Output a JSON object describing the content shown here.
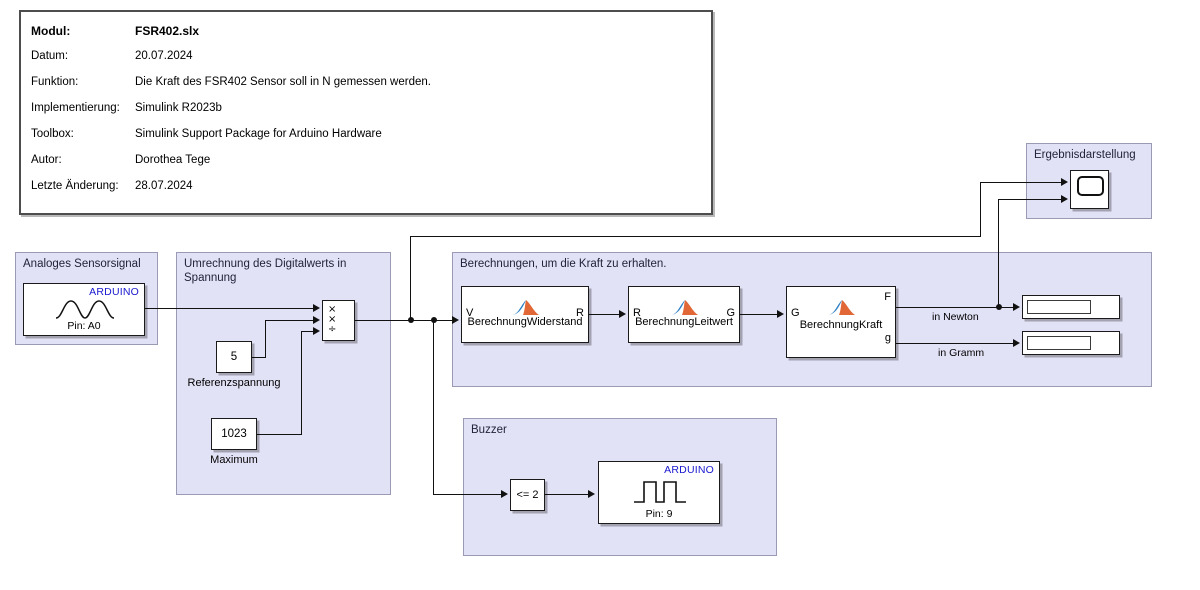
{
  "header_note": {
    "name": "model-info-table",
    "rows": [
      {
        "key": "Modul:",
        "value": "FSR402.slx",
        "bold": true
      },
      {
        "key": "Datum:",
        "value": "20.07.2024",
        "bold": false
      },
      {
        "key": "Funktion:",
        "value": "Die Kraft des FSR402 Sensor soll in N gemessen werden.",
        "bold": false
      },
      {
        "key": "Implementierung:",
        "value": "Simulink R2023b",
        "bold": false
      },
      {
        "key": "Toolbox:",
        "value": "Simulink Support Package for Arduino Hardware",
        "bold": false
      },
      {
        "key": "Autor:",
        "value": "Dorothea Tege",
        "bold": false
      },
      {
        "key": "Letzte Änderung:",
        "value": "28.07.2024",
        "bold": false
      }
    ]
  },
  "groups": {
    "sensor": {
      "title": "Analoges Sensorsignal"
    },
    "conversion": {
      "title": "Umrechnung des Digitalwerts in\nSpannung"
    },
    "calculation": {
      "title": "Berechnungen, um die Kraft zu erhalten."
    },
    "buzzer": {
      "title": "Buzzer"
    },
    "scope_area": {
      "title": "Ergebnisdarstellung"
    }
  },
  "blocks": {
    "analog_input": {
      "vendor_tag": "ARDUINO",
      "pin_label": "Pin: A0",
      "icon": "sine-wave-icon"
    },
    "product": {
      "symbols": [
        "×",
        "×",
        "÷"
      ],
      "icon": "product-divide-icon"
    },
    "const_reference": {
      "value": "5",
      "label": "Referenzspannung"
    },
    "const_maximum": {
      "value": "1023",
      "label": "Maximum"
    },
    "fcn_widerstand": {
      "name": "BerechnungWiderstand",
      "input_port": "V",
      "output_port": "R",
      "icon": "matlab-membrane-icon"
    },
    "fcn_leitwert": {
      "name": "BerechnungLeitwert",
      "input_port": "R",
      "output_port": "G",
      "icon": "matlab-membrane-icon"
    },
    "fcn_kraft": {
      "name": "BerechnungKraft",
      "input_port": "G",
      "output_port_top": "F",
      "output_port_bottom": "g",
      "icon": "matlab-membrane-icon"
    },
    "display_newton": {
      "value": "",
      "icon": "display-icon"
    },
    "display_gramm": {
      "value": "",
      "icon": "display-icon"
    },
    "scope": {
      "icon": "scope-icon"
    },
    "compare": {
      "value": "<= 2",
      "icon": "compare-to-constant-icon"
    },
    "digital_output": {
      "vendor_tag": "ARDUINO",
      "pin_label": "Pin: 9",
      "icon": "square-wave-icon"
    }
  },
  "wire_labels": {
    "newton": "in Newton",
    "gramm": "in Gramm"
  },
  "colors": {
    "group_fill": "#e2e2f7",
    "group_border": "#9a9ab5",
    "block_border": "#1a1a1a",
    "wire": "#111111",
    "vendor_tag": "#1818d0",
    "matlab_orange": "#e16737",
    "matlab_blue": "#2f7fc4",
    "canvas": "#ffffff"
  }
}
